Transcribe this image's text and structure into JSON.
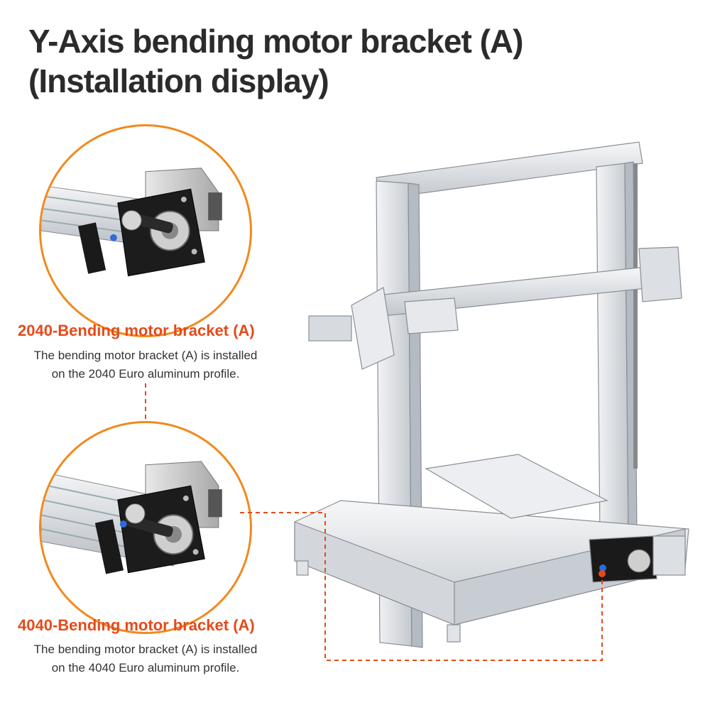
{
  "title": {
    "line1": "Y-Axis bending motor bracket (A)",
    "line2": "(Installation display)"
  },
  "section_2040": {
    "heading": "2040-Bending motor bracket (A)",
    "desc_line1": "The bending motor bracket (A) is installed",
    "desc_line2": "on the 2040 Euro aluminum profile."
  },
  "section_4040": {
    "heading": "4040-Bending motor bracket (A)",
    "desc_line1": "The bending motor bracket (A) is installed",
    "desc_line2": "on the 4040 Euro aluminum profile."
  },
  "colors": {
    "accent": "#e64a19",
    "circle_border": "#f08a1e",
    "title": "#2b2b2b",
    "aluminum": "#d9dde2",
    "bracket": "#1a1a1a"
  },
  "icons": [
    "bracket-detail-illustration",
    "printer-frame-illustration"
  ]
}
